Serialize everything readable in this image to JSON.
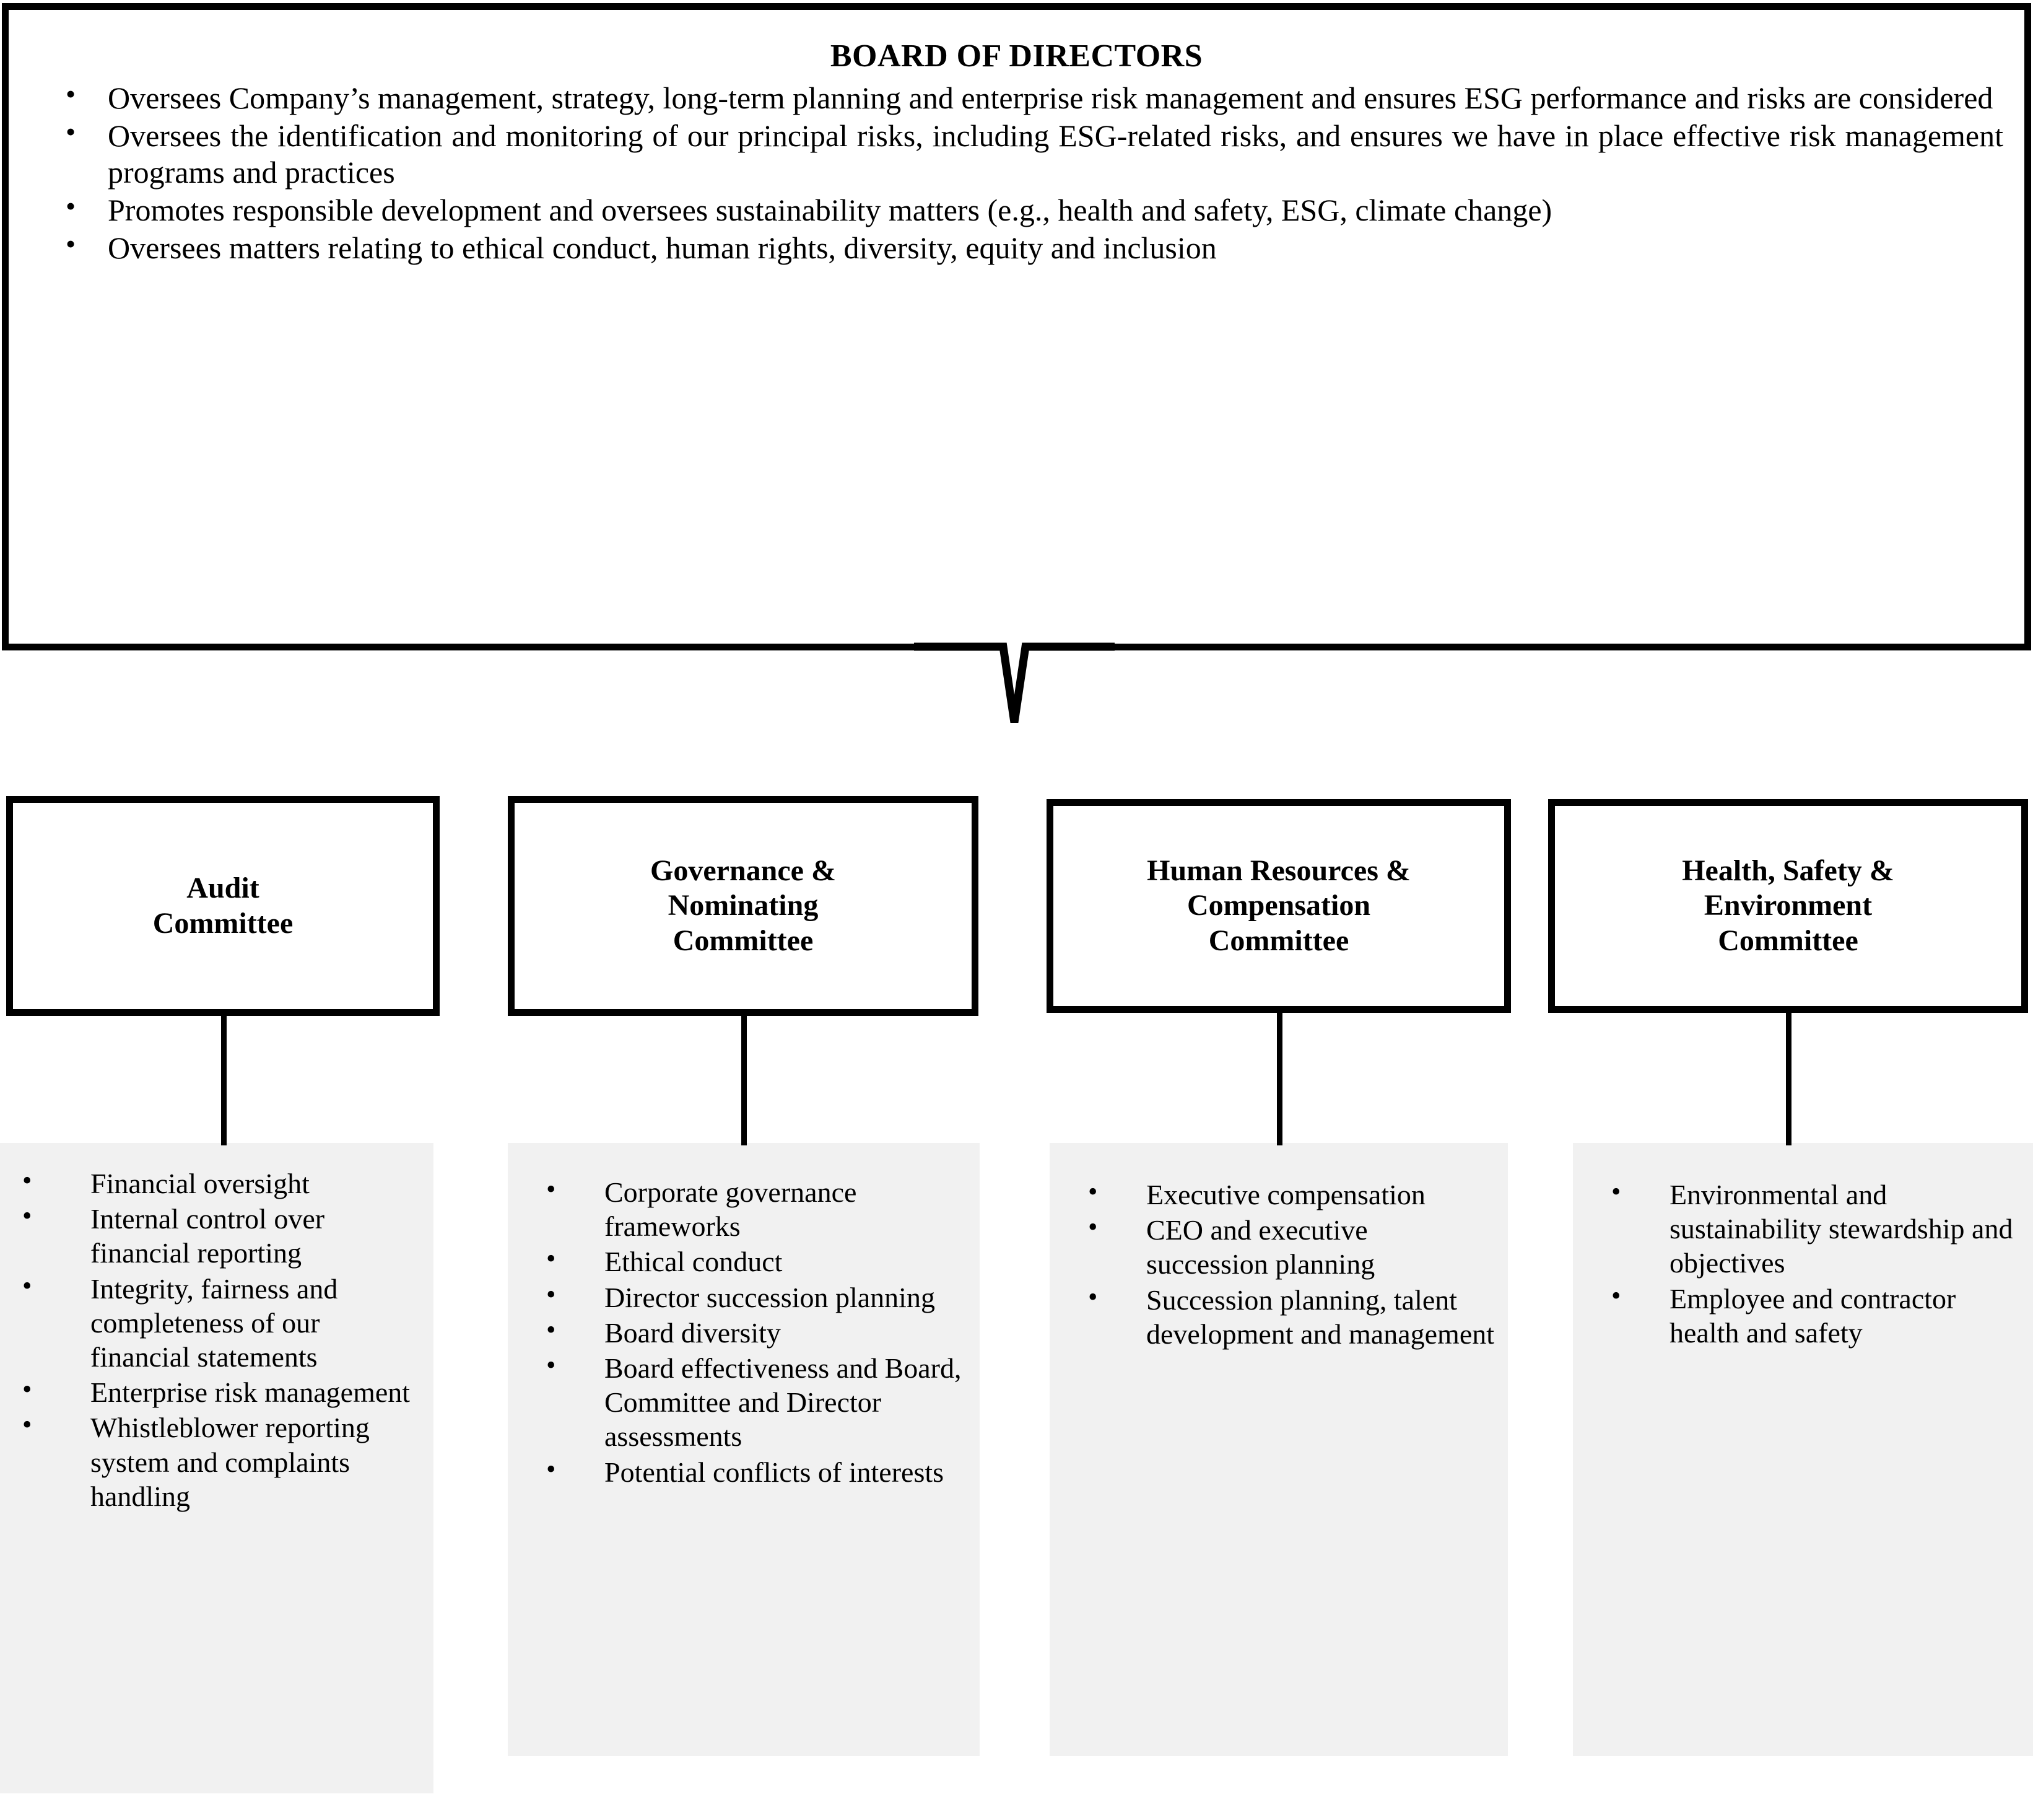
{
  "board": {
    "title": "BOARD OF DIRECTORS",
    "bullets": [
      "Oversees Company’s management, strategy, long-term planning and enterprise risk management and ensures ESG performance and risks are considered",
      "Oversees the identification and monitoring of our principal risks, including ESG-related risks, and ensures we have in place effective risk management programs and practices",
      "Promotes responsible development and oversees sustainability matters (e.g., health and safety, ESG, climate change)",
      "Oversees matters relating to ethical conduct, human rights, diversity, equity and inclusion"
    ]
  },
  "committees": [
    {
      "name": "Audit\nCommittee",
      "responsibilities": [
        "Financial oversight",
        "Internal control over financial reporting",
        "Integrity, fairness and completeness of our financial statements",
        "Enterprise risk management",
        "Whistleblower reporting system and complaints handling"
      ]
    },
    {
      "name": "Governance &\nNominating\nCommittee",
      "responsibilities": [
        "Corporate governance frameworks",
        "Ethical conduct",
        "Director succession planning",
        "Board diversity",
        "Board effectiveness and Board, Committee and Director assessments",
        "Potential conflicts of interests"
      ]
    },
    {
      "name": "Human Resources &\nCompensation\nCommittee",
      "responsibilities": [
        "Executive compensation",
        "CEO and executive succession planning",
        "Succession planning, talent development and management"
      ]
    },
    {
      "name": "Health, Safety &\nEnvironment\nCommittee",
      "responsibilities": [
        "Environmental and sustainability stewardship and objectives",
        "Employee and contractor health and safety"
      ]
    }
  ],
  "colors": {
    "line": "#000000",
    "panel_background": "#f1f1f1",
    "page_background": "#ffffff"
  }
}
